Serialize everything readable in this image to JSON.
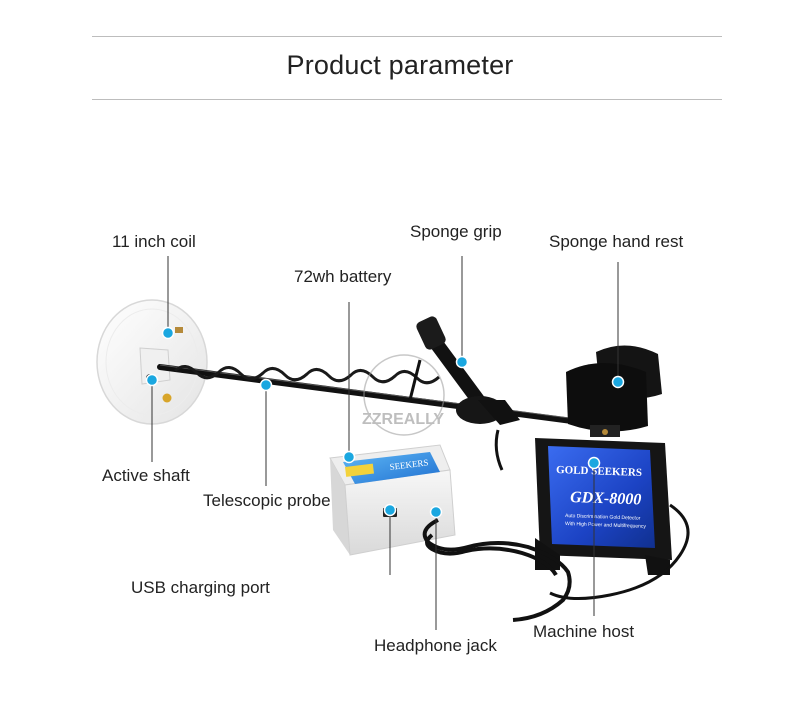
{
  "page": {
    "title": "Product parameter"
  },
  "brand": {
    "watermark": "ZZREALLY",
    "host_brand": "GOLD SEEKERS",
    "host_model": "GDX-8000",
    "host_line1": "Auto Discrimination Gold Detector",
    "host_line2": "With High Power and Multifrequency",
    "battery_logo": "SEEKERS"
  },
  "callouts": {
    "coil": "11 inch coil",
    "grip": "Sponge grip",
    "hand_rest": "Sponge hand rest",
    "battery": "72wh battery",
    "shaft": "Active shaft",
    "probe": "Telescopic probe",
    "usb": "USB charging port",
    "headphone": "Headphone jack",
    "host": "Machine host"
  },
  "colors": {
    "dot": "#1aa7e0",
    "line": "#333333",
    "host_blue": "#1f4fd6",
    "battery_blue": "#2a8de8"
  }
}
